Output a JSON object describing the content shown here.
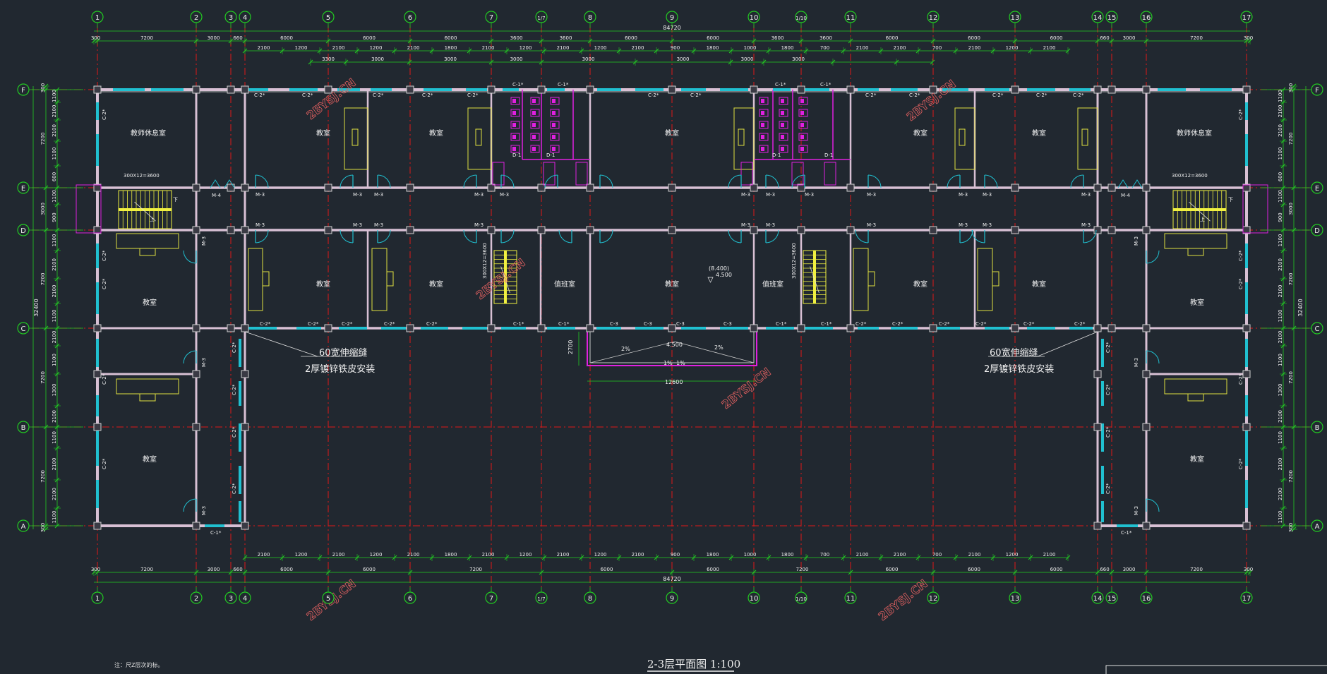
{
  "drawing": {
    "title": "2-3层平面图 1:100",
    "note": "注：尺Z层次的标。",
    "watermark": "2BYSJ.CN"
  },
  "colors": {
    "background": "#212830",
    "axis": "#e01818",
    "dimension": "#22cc22",
    "wall": "#c8c8c8",
    "wall_fill": "#dcc0d8",
    "column": "#d0d0d0",
    "window": "#20c0d0",
    "door": "#20c0d0",
    "text": "#f0f0f0",
    "furniture": "#e0e040",
    "stair": "#f0f040",
    "toilet": "#e020e0",
    "watermark": "#e06060",
    "bubble": "#22cc22"
  },
  "grid": {
    "columns": [
      "1",
      "2",
      "3",
      "4",
      "5",
      "6",
      "7",
      "1/7",
      "8",
      "9",
      "10",
      "1/10",
      "11",
      "12",
      "13",
      "14",
      "15",
      "16",
      "17"
    ],
    "rows": [
      "F",
      "E",
      "D",
      "C",
      "B",
      "A"
    ]
  },
  "dims": {
    "top_overall": "84720",
    "bottom_overall": "84720",
    "left_overall": "32400",
    "right_overall": "32400",
    "top_bays": [
      "300",
      "7200",
      "3000",
      "660",
      "6000",
      "6000",
      "6000",
      "3600",
      "3600",
      "6000",
      "6000",
      "3600",
      "3600",
      "6000",
      "6000",
      "6000",
      "660",
      "3000",
      "7200",
      "300"
    ],
    "bottom_bays": [
      "300",
      "7200",
      "3000",
      "660",
      "6000",
      "6000",
      "7200",
      "6000",
      "6000",
      "7200",
      "6000",
      "6000",
      "6000",
      "660",
      "3000",
      "7200",
      "300"
    ],
    "left_bays": [
      "300",
      "7200",
      "3000",
      "7200",
      "7200",
      "7200",
      "300"
    ],
    "right_bays": [
      "300",
      "7200",
      "3000",
      "7200",
      "7200",
      "7200",
      "300"
    ],
    "mid_top": [
      "3300",
      "3000",
      "3000",
      "3000",
      "3000",
      "3000",
      "3000",
      "3000"
    ],
    "mid_bottom": [
      "2100",
      "1200",
      "2100",
      "1200",
      "2100",
      "1800",
      "2100",
      "1200",
      "2100",
      "1200",
      "2100",
      "900",
      "1800",
      "1000",
      "1800",
      "700",
      "2100",
      "2100",
      "700",
      "2100",
      "1200",
      "2100"
    ]
  },
  "rooms": [
    {
      "label": "教师休息室",
      "zone": "tl"
    },
    {
      "label": "教室",
      "zone": "t1"
    },
    {
      "label": "教室",
      "zone": "t2"
    },
    {
      "label": "教室",
      "zone": "t3"
    },
    {
      "label": "教室",
      "zone": "t4"
    },
    {
      "label": "教室",
      "zone": "t5"
    },
    {
      "label": "教师休息室",
      "zone": "tr"
    },
    {
      "label": "教室",
      "zone": "m1"
    },
    {
      "label": "教室",
      "zone": "m2"
    },
    {
      "label": "值班室",
      "zone": "m3"
    },
    {
      "label": "教室",
      "zone": "m4"
    },
    {
      "label": "值班室",
      "zone": "m5"
    },
    {
      "label": "教室",
      "zone": "m6"
    },
    {
      "label": "教室",
      "zone": "m7"
    },
    {
      "label": "教室",
      "zone": "wl1"
    },
    {
      "label": "教室",
      "zone": "wr1"
    },
    {
      "label": "教室",
      "zone": "wl2"
    },
    {
      "label": "教室",
      "zone": "wr2"
    }
  ],
  "notes": {
    "joint_left_1": "60宽伸缩缝",
    "joint_left_2": "2厚镀锌铁皮安装",
    "joint_right_1": "60宽伸缩缝",
    "joint_right_2": "2厚镀锌铁皮安装",
    "canopy_level": "4.500",
    "canopy_width": "12600",
    "canopy_depth": "2700",
    "level_mark_1": "(8.400)",
    "level_mark_2": "4.500",
    "slope_1": "1%",
    "slope_2": "1%",
    "slope_3": "2%",
    "slope_4": "2%"
  },
  "tags": {
    "window_c2": "C-2*",
    "window_c1": "C-1*",
    "window_c3": "C-3",
    "door_m3": "M-3",
    "door_m4": "M-4",
    "door_d1": "D-1",
    "stair_spec": "300X12=3600",
    "stair_spec_2": "300X12=3600",
    "stair_up": "上",
    "stair_down": "下"
  }
}
